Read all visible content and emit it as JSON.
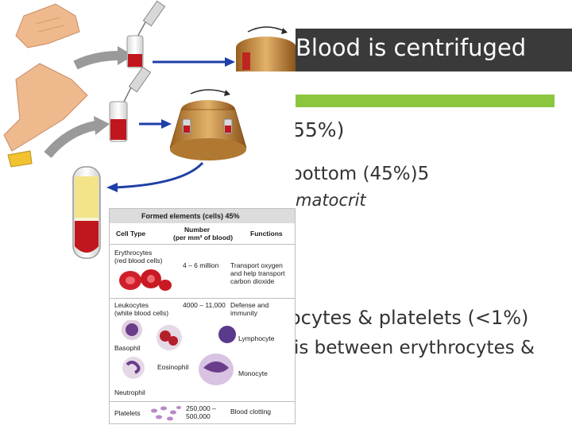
{
  "slide": {
    "title": "Blood is centrifuged",
    "lines": [
      "55%)",
      "bottom (45%)5",
      "matocrit",
      "ocytes & platelets (<1%)",
      "is between erythrocytes &"
    ]
  },
  "table": {
    "heading": "Formed elements (cells) 45%",
    "col_type": "Cell Type",
    "col_number_1": "Number",
    "col_number_2": "(per mm³ of blood)",
    "col_functions": "Functions",
    "erythrocytes_name": "Erythrocytes",
    "erythrocytes_sub": "(red blood cells)",
    "erythrocytes_number": "4 – 6 million",
    "erythrocytes_fn_1": "Transport oxygen",
    "erythrocytes_fn_2": "and help transport",
    "erythrocytes_fn_3": "carbon dioxide",
    "leukocytes_name": "Leukocytes",
    "leukocytes_sub": "(white blood cells)",
    "leukocytes_number": "4000 – 11,000",
    "leukocytes_fn_1": "Defense and",
    "leukocytes_fn_2": "immunity",
    "lymphocyte": "Lymphocyte",
    "basophil": "Basophil",
    "eosinophil": "Eosinophil",
    "neutrophil": "Neutrophil",
    "monocyte": "Monocyte",
    "platelets_name": "Platelets",
    "platelets_number_1": "250,000 –",
    "platelets_number_2": "500,000",
    "platelets_fn": "Blood clotting"
  },
  "colors": {
    "title_bar": "#3a3a3a",
    "accent": "#8cc63f",
    "body_text": "#333333",
    "plasma": "#f3e48a",
    "blood": "#c0161d",
    "arrow": "#1f3fa8",
    "skin": "#e9a97a",
    "centrifuge": "#c98a3a"
  }
}
